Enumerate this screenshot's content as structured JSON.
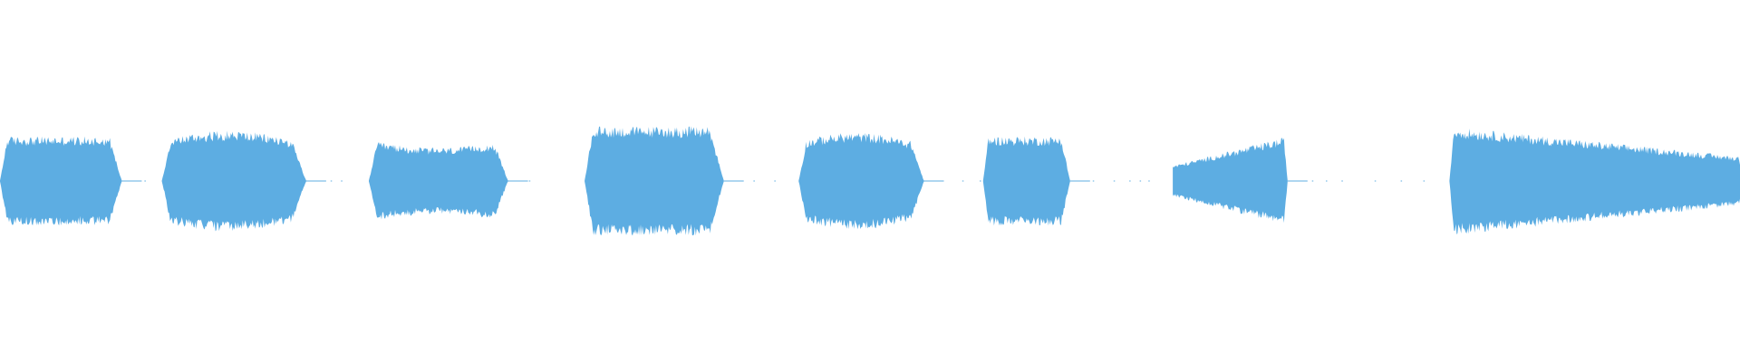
{
  "waveform": {
    "color": "#5dade2",
    "background": "#ffffff",
    "segments": [
      {
        "name": "segment-1",
        "start": 0.0,
        "end": 0.07,
        "amplitude": 0.22,
        "shape": "plateau"
      },
      {
        "name": "segment-2",
        "start": 0.093,
        "end": 0.176,
        "amplitude": 0.25,
        "shape": "dome"
      },
      {
        "name": "segment-3",
        "start": 0.212,
        "end": 0.292,
        "amplitude": 0.2,
        "shape": "dip"
      },
      {
        "name": "segment-4",
        "start": 0.336,
        "end": 0.416,
        "amplitude": 0.27,
        "shape": "plateau"
      },
      {
        "name": "segment-5",
        "start": 0.459,
        "end": 0.531,
        "amplitude": 0.24,
        "shape": "dome"
      },
      {
        "name": "segment-6",
        "start": 0.565,
        "end": 0.615,
        "amplitude": 0.22,
        "shape": "plateau"
      },
      {
        "name": "segment-7",
        "start": 0.674,
        "end": 0.74,
        "amplitude": 0.22,
        "shape": "ramp-up"
      },
      {
        "name": "segment-8",
        "start": 0.833,
        "end": 1.0,
        "amplitude": 0.27,
        "shape": "ramp-down"
      }
    ],
    "silence_dots": [
      0.08,
      0.083,
      0.19,
      0.196,
      0.3,
      0.304,
      0.425,
      0.433,
      0.445,
      0.54,
      0.553,
      0.563,
      0.628,
      0.64,
      0.649,
      0.655,
      0.66,
      0.745,
      0.754,
      0.762,
      0.771,
      0.79,
      0.805,
      0.818
    ]
  }
}
